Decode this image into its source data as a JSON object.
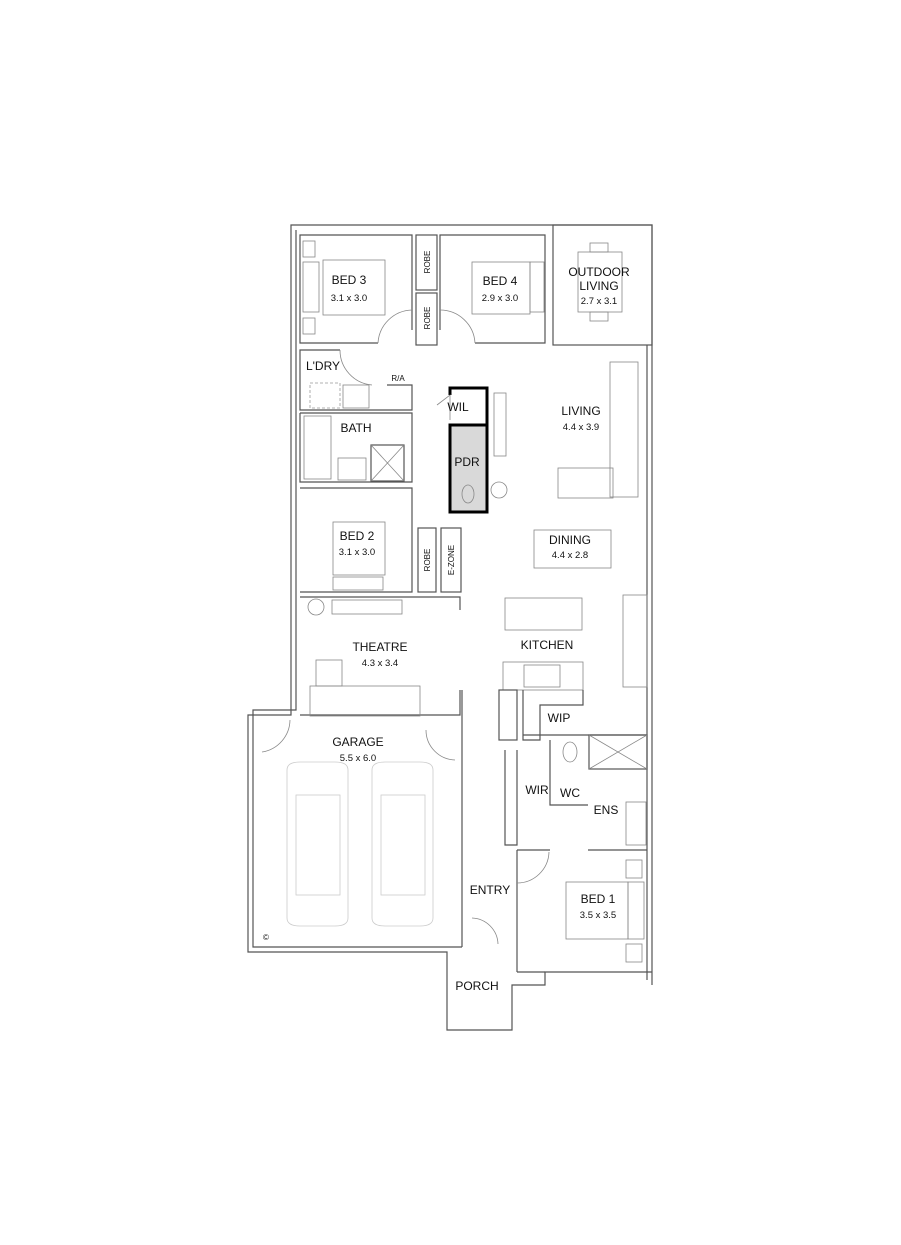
{
  "plan": {
    "rooms": {
      "bed3": {
        "name": "BED 3",
        "size": "3.1 x 3.0"
      },
      "bed4": {
        "name": "BED 4",
        "size": "2.9 x 3.0"
      },
      "outdoor": {
        "name_line1": "OUTDOOR",
        "name_line2": "LIVING",
        "size": "2.7 x 3.1"
      },
      "robe_a": {
        "name": "ROBE"
      },
      "robe_b": {
        "name": "ROBE"
      },
      "laundry": {
        "name": "L'DRY"
      },
      "ra": {
        "name": "R/A"
      },
      "bath": {
        "name": "BATH"
      },
      "wil": {
        "name": "WIL"
      },
      "pdr": {
        "name": "PDR"
      },
      "living": {
        "name": "LIVING",
        "size": "4.4 x 3.9"
      },
      "bed2": {
        "name": "BED 2",
        "size": "3.1 x 3.0"
      },
      "robe_c": {
        "name": "ROBE"
      },
      "ezone": {
        "name": "E-ZONE"
      },
      "dining": {
        "name": "DINING",
        "size": "4.4 x 2.8"
      },
      "theatre": {
        "name": "THEATRE",
        "size": "4.3 x 3.4"
      },
      "kitchen": {
        "name": "KITCHEN"
      },
      "wip": {
        "name": "WIP"
      },
      "garage": {
        "name": "GARAGE",
        "size": "5.5 x 6.0"
      },
      "wc": {
        "name": "WC"
      },
      "wir": {
        "name": "WIR"
      },
      "ens": {
        "name": "ENS"
      },
      "entry": {
        "name": "ENTRY"
      },
      "bed1": {
        "name": "BED 1",
        "size": "3.5 x 3.5"
      },
      "porch": {
        "name": "PORCH"
      }
    },
    "copyright_mark": "©",
    "colors": {
      "walls": "#555555",
      "pdr_fill": "#d9d9d9",
      "pdr_walls": "#000000"
    }
  }
}
